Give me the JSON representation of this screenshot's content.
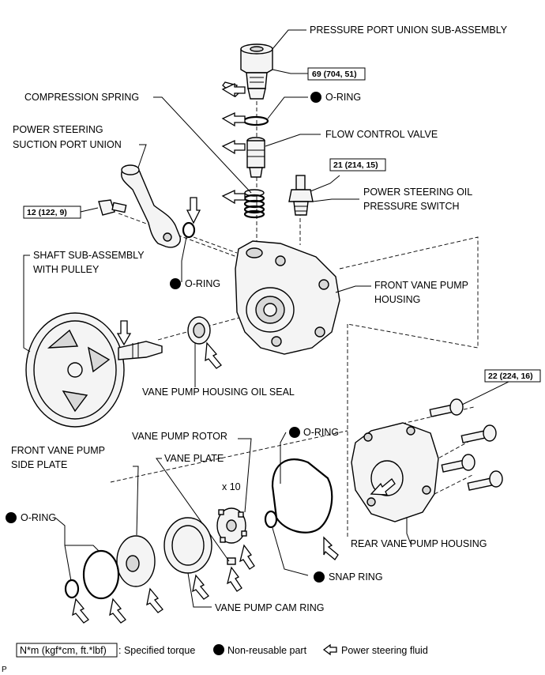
{
  "labels": {
    "pressure_port_union": "PRESSURE PORT UNION SUB-ASSEMBLY",
    "compression_spring": "COMPRESSION SPRING",
    "o_ring": "O-RING",
    "flow_control_valve": "FLOW CONTROL VALVE",
    "suction_port_union_1": "POWER STEERING",
    "suction_port_union_2": "SUCTION PORT UNION",
    "oil_pressure_switch_1": "POWER STEERING OIL",
    "oil_pressure_switch_2": "PRESSURE SWITCH",
    "shaft_sub_assembly_1": "SHAFT SUB-ASSEMBLY",
    "shaft_sub_assembly_2": "WITH PULLEY",
    "front_housing_1": "FRONT VANE PUMP",
    "front_housing_2": "HOUSING",
    "oil_seal": "VANE PUMP HOUSING OIL SEAL",
    "vane_pump_rotor": "VANE PUMP ROTOR",
    "front_side_plate_1": "FRONT VANE PUMP",
    "front_side_plate_2": "SIDE PLATE",
    "vane_plate": "VANE PLATE",
    "vane_count": "x 10",
    "rear_housing": "REAR VANE PUMP HOUSING",
    "snap_ring": "SNAP RING",
    "cam_ring": "VANE PUMP CAM RING"
  },
  "torques": {
    "pressure_port": "69 (704, 51)",
    "oil_pressure_switch": "21 (214, 15)",
    "suction_bolt": "12 (122, 9)",
    "rear_bolts": "22 (224, 16)"
  },
  "legend": {
    "torque_box": "N*m (kgf*cm, ft.*lbf)",
    "torque_text": ": Specified torque",
    "non_reusable": "Non-reusable part",
    "fluid": "Power steering fluid"
  },
  "corner_mark": "P"
}
